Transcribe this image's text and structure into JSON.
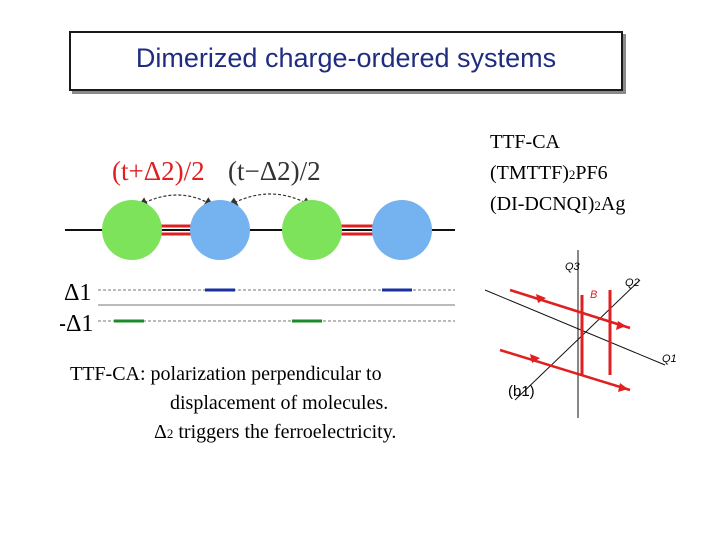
{
  "title": "Dimerized charge-ordered systems",
  "materials": [
    {
      "pre": "TTF-CA",
      "sub": "",
      "post": ""
    },
    {
      "pre": "(TMTTF)",
      "sub": "2",
      "post": "PF6"
    },
    {
      "pre": "(DI-DCNQI)",
      "sub": "2",
      "post": "Ag"
    }
  ],
  "chain_diagram": {
    "hop_left": "(t+Δ2)/2",
    "hop_right": "(t−Δ2)/2",
    "level_upper": "Δ1",
    "level_lower": "-Δ1",
    "colors": {
      "green_site": "#7de35a",
      "blue_site": "#74b2f0",
      "bond_red": "#e02020",
      "level_blue": "#1a2fa0",
      "level_green": "#1d8a2a"
    }
  },
  "caption": {
    "line1": "TTF-CA: polarization perpendicular to",
    "line2": "displacement of molecules.",
    "line3_pre": "Δ",
    "line3_sub": "2",
    "line3_post": " triggers the ferroelectricity."
  },
  "inset": {
    "q3": "Q3",
    "q2": "Q2",
    "q1": "Q1",
    "b_label": "B",
    "panel_label": "(b1)"
  }
}
